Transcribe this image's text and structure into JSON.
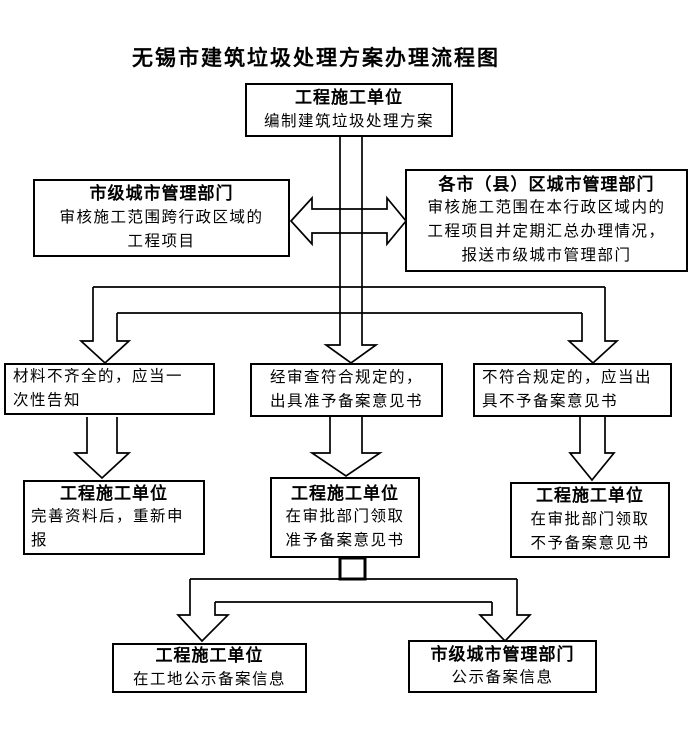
{
  "title": "无锡市建筑垃圾处理方案办理流程图",
  "colors": {
    "line": "#000000",
    "background": "#ffffff"
  },
  "boxes": {
    "start": {
      "title": "工程施工单位",
      "lines": [
        "编制建筑垃圾处理方案"
      ]
    },
    "city": {
      "title": "市级城市管理部门",
      "lines": [
        "审核施工范围跨行政区域的",
        "工程项目"
      ]
    },
    "district": {
      "title": "各市（县）区城市管理部门",
      "lines": [
        "审核施工范围在本行政区域内的",
        "工程项目并定期汇总办理情况，",
        "报送市级城市管理部门"
      ]
    },
    "c1": {
      "lines": [
        "材料不齐全的，应当一",
        "次性告知"
      ]
    },
    "c2": {
      "lines": [
        "经审查符合规定的，",
        "出具准予备案意见书"
      ]
    },
    "c3": {
      "lines": [
        "不符合规定的，应当出",
        "具不予备案意见书"
      ]
    },
    "u1": {
      "title": "工程施工单位",
      "lines": [
        "完善资料后，重新申",
        "报"
      ]
    },
    "u2": {
      "title": "工程施工单位",
      "lines": [
        "在审批部门领取",
        "准予备案意见书"
      ]
    },
    "u3": {
      "title": "工程施工单位",
      "lines": [
        "在审批部门领取",
        "不予备案意见书"
      ]
    },
    "p1": {
      "title": "工程施工单位",
      "lines": [
        "在工地公示备案信息"
      ]
    },
    "p2": {
      "title": "市级城市管理部门",
      "lines": [
        "公示备案信息"
      ]
    }
  }
}
